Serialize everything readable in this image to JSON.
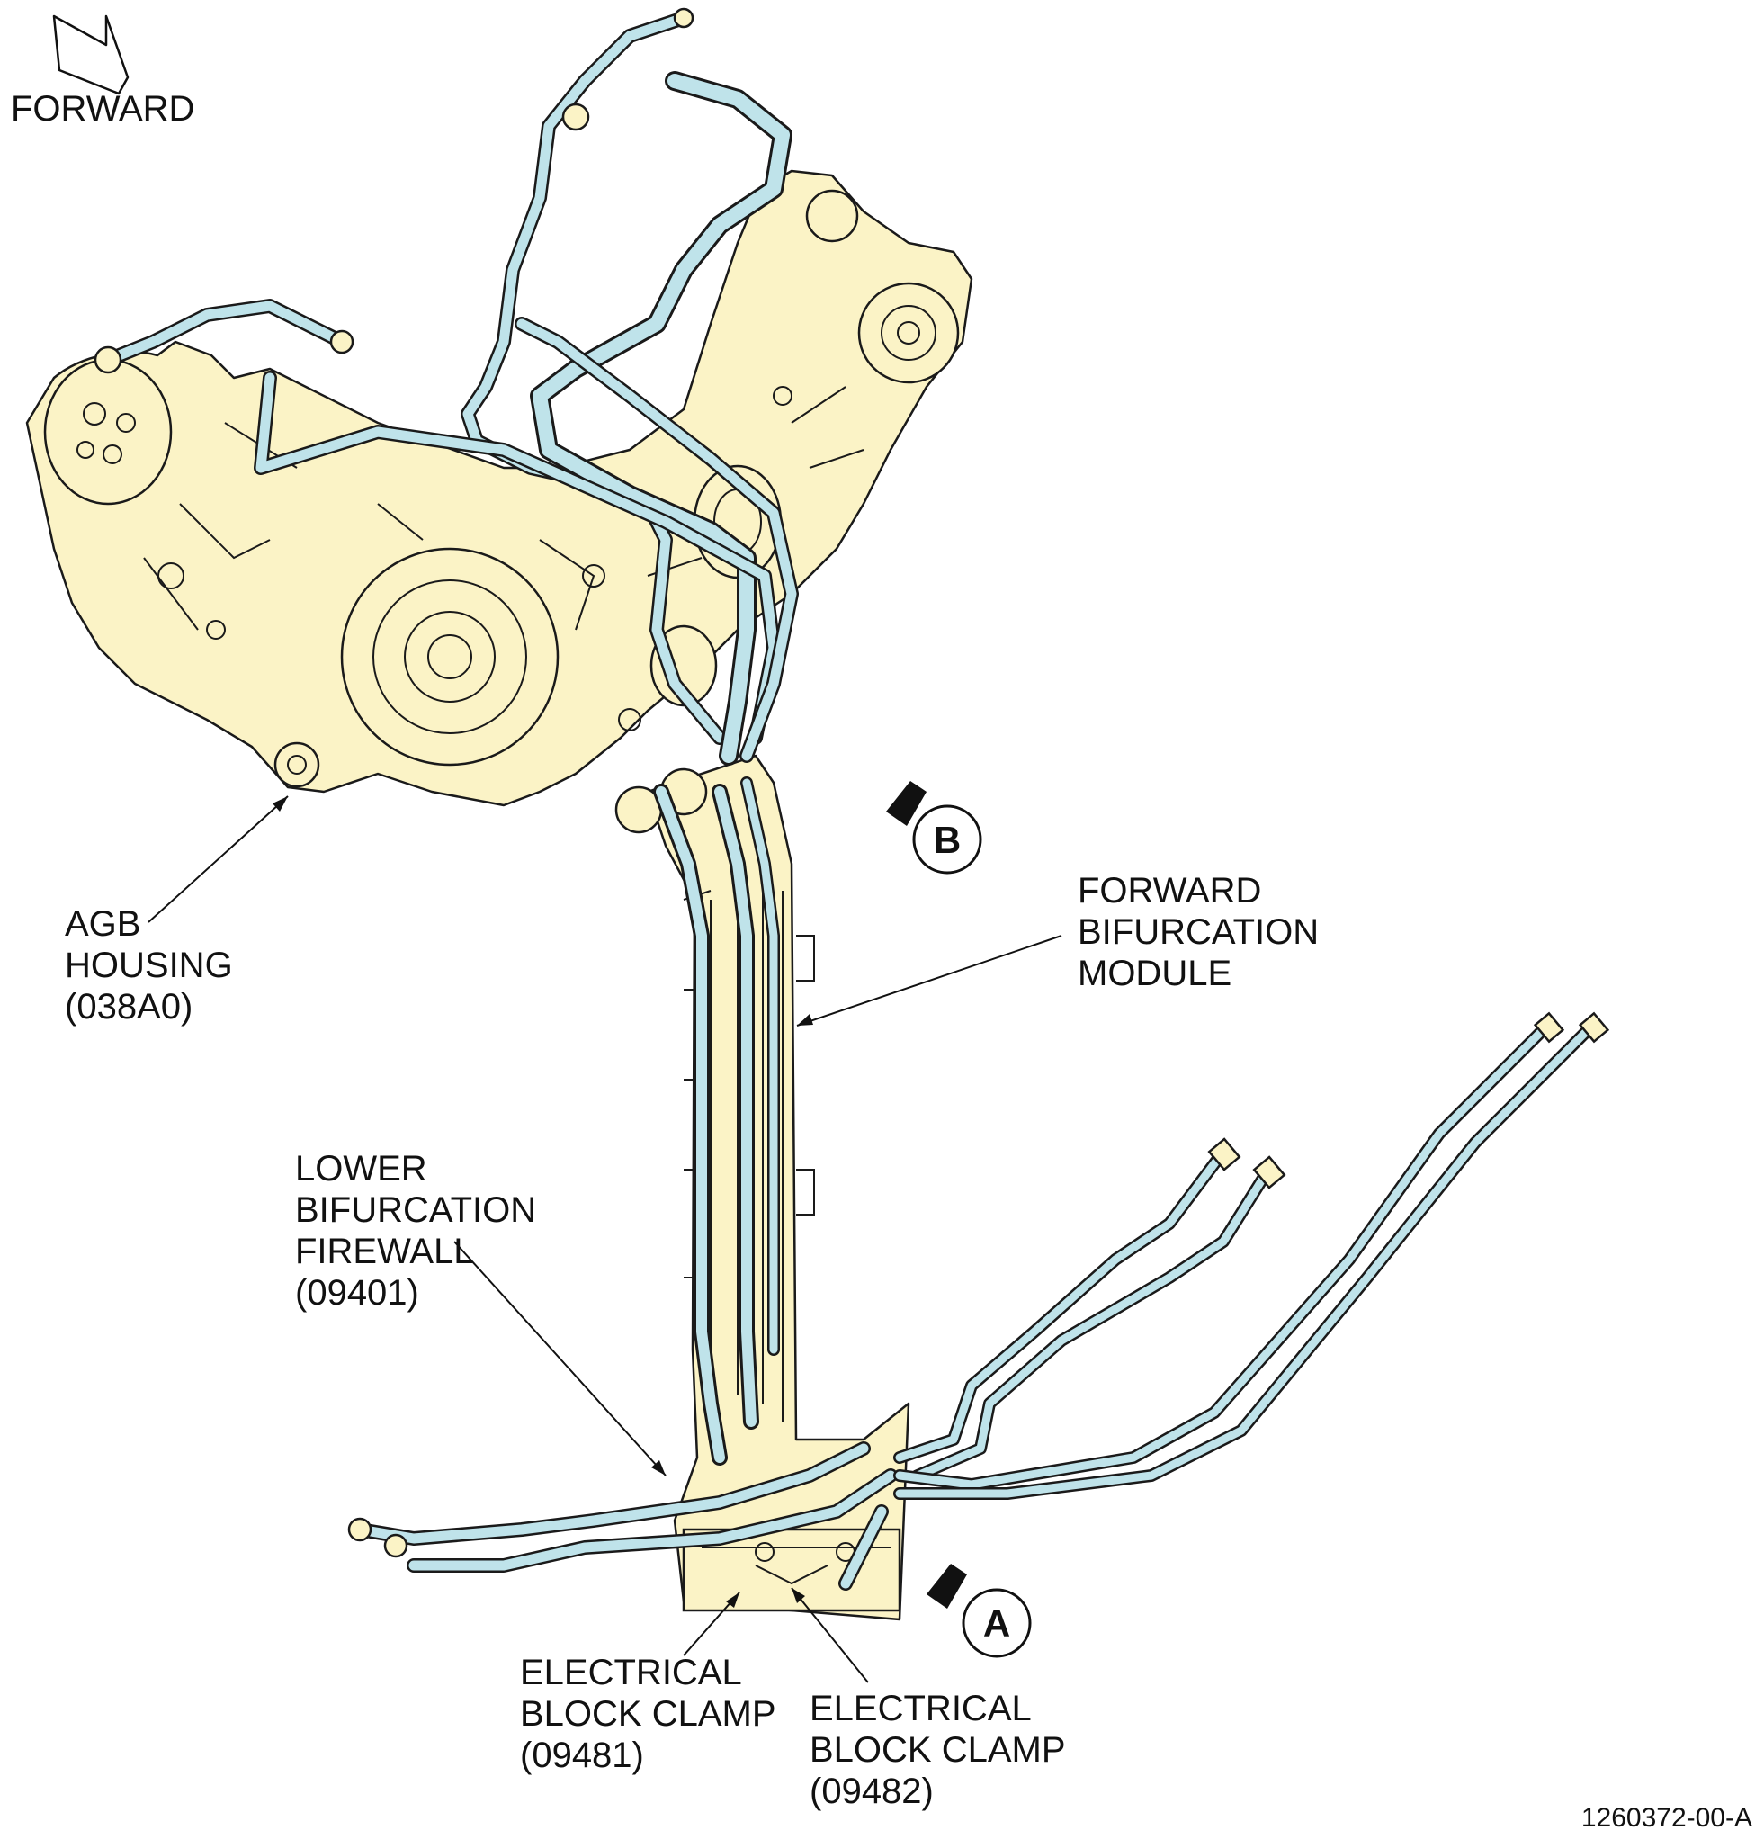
{
  "orientation": {
    "label": "FORWARD",
    "icon": "forward-arrow-icon"
  },
  "labels": {
    "agb_housing": [
      "AGB",
      "HOUSING",
      "(038A0)"
    ],
    "forward_bifurcation_module": [
      "FORWARD",
      "BIFURCATION",
      "MODULE"
    ],
    "lower_bifurcation_firewall": [
      "LOWER",
      "BIFURCATION",
      "FIREWALL",
      "(09401)"
    ],
    "electrical_block_clamp_1": [
      "ELECTRICAL",
      "BLOCK CLAMP",
      "(09481)"
    ],
    "electrical_block_clamp_2": [
      "ELECTRICAL",
      "BLOCK CLAMP",
      "(09482)"
    ]
  },
  "view_callouts": {
    "b": "B",
    "a": "A"
  },
  "figure_number": "1260372-00-A",
  "colors": {
    "housing": "#fbf3c6",
    "tubing": "#bfe3ea",
    "line": "#1a1a1a"
  }
}
